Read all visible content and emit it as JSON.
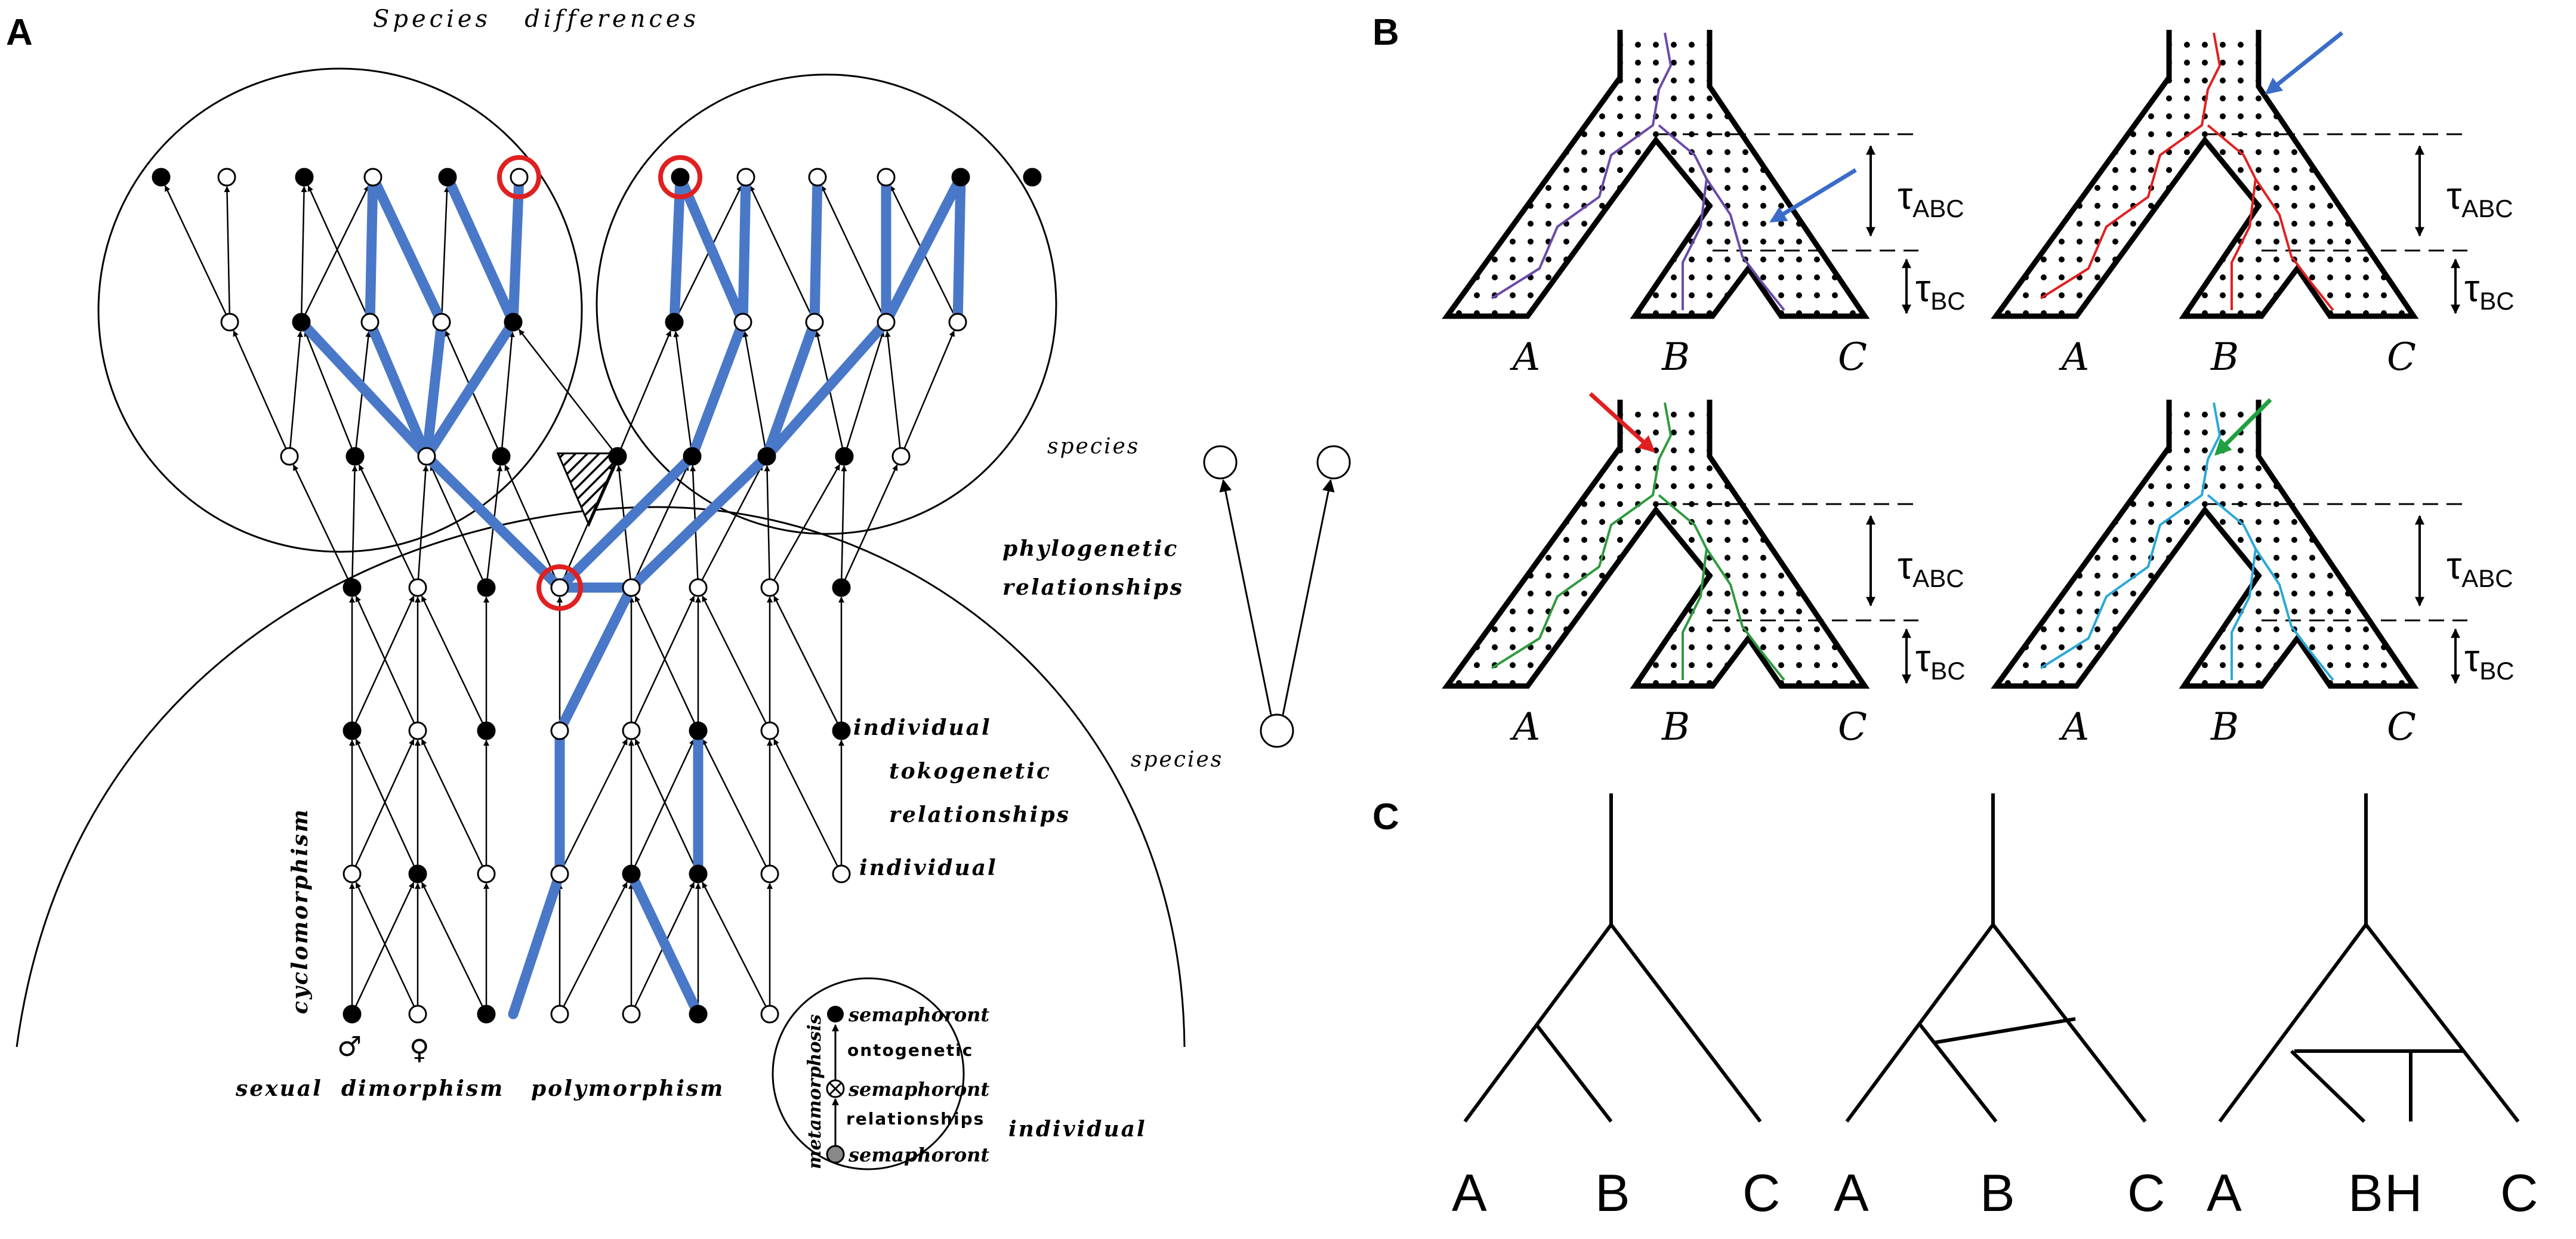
{
  "panels": {
    "a": {
      "letter": "A",
      "labels": {
        "species_differences": "Species   differences",
        "species_upper": "species",
        "species_lower": "species",
        "phylogenetic": "phylogenetic",
        "relationships": "relationships",
        "individual_top": "individual",
        "tokogenetic": "tokogenetic",
        "tok_relationships": "relationships",
        "individual_mid": "individual",
        "cyclomorphism": "cyclomorphism",
        "sexual_dimorphism": "sexual  dimorphism",
        "polymorphism": "polymorphism",
        "individual_bottom": "individual",
        "male_symbol": "♂",
        "female_symbol": "♀",
        "metamorphosis": "metamorphosis",
        "semaphoront_top": "semaphoront",
        "ontogenetic": "ontogenetic",
        "semaphoront_mid": "semaphoront",
        "relationships_sema": "relationships",
        "semaphoront_bottom": "semaphoront"
      },
      "colors": {
        "highlight_path": "#4a78c8",
        "highlight_circle": "#e02020"
      }
    },
    "b": {
      "letter": "B",
      "tau_abc": "τ",
      "tau_abc_sub": "ABC",
      "tau_bc": "τ",
      "tau_bc_sub": "BC",
      "tips": [
        "A",
        "B",
        "C"
      ],
      "colors": {
        "gene_tree_1": "#6a4aa8",
        "gene_tree_2": "#e02020",
        "gene_tree_3": "#2e9a3e",
        "gene_tree_4": "#2aa8d8",
        "arrow_blue": "#3a6cc8",
        "arrow_red": "#e02020",
        "arrow_green": "#20a040"
      }
    },
    "c": {
      "letter": "C",
      "trees": [
        {
          "tips": [
            "A",
            "B",
            "C"
          ]
        },
        {
          "tips": [
            "A",
            "B",
            "C"
          ]
        },
        {
          "tips": [
            "A",
            "B",
            "H",
            "C"
          ]
        }
      ]
    }
  }
}
